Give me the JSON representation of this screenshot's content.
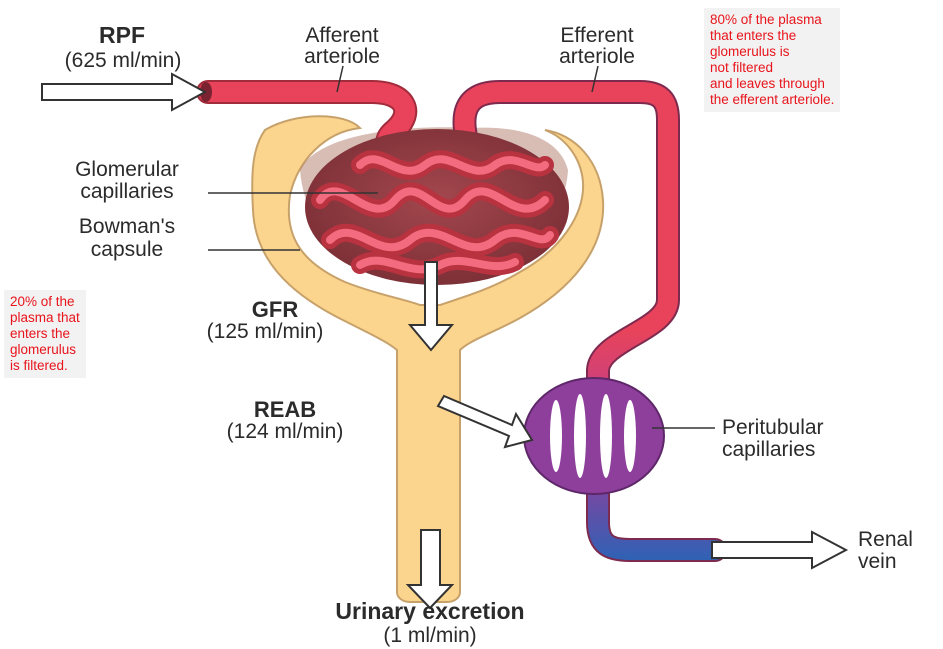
{
  "labels": {
    "rpf_title": "RPF",
    "rpf_value": "(625 ml/min)",
    "afferent_line1": "Afferent",
    "afferent_line2": "arteriole",
    "efferent_line1": "Efferent",
    "efferent_line2": "arteriole",
    "glomerular_line1": "Glomerular",
    "glomerular_line2": "capillaries",
    "bowman_line1": "Bowman's",
    "bowman_line2": "capsule",
    "gfr_title": "GFR",
    "gfr_value": "(125 ml/min)",
    "reab_title": "REAB",
    "reab_value": "(124 ml/min)",
    "peritubular_line1": "Peritubular",
    "peritubular_line2": "capillaries",
    "renal_line1": "Renal",
    "renal_line2": "vein",
    "urinary_title": "Urinary excretion",
    "urinary_value": "(1 ml/min)"
  },
  "notes": {
    "not_filtered": [
      "80% of the plasma",
      "that enters the",
      "glomerulus is",
      "not filtered",
      "and leaves through",
      "the efferent arteriole."
    ],
    "filtered": [
      "20% of the",
      "plasma that",
      "enters the",
      "glomerulus",
      "is filtered."
    ]
  },
  "colors": {
    "artery_red": "#e8435a",
    "capillary_purple": "#8d3f9b",
    "vein_blue": "#2f62b5",
    "tubule_yellow": "#fbd58e",
    "note_text": "#e8141b"
  }
}
